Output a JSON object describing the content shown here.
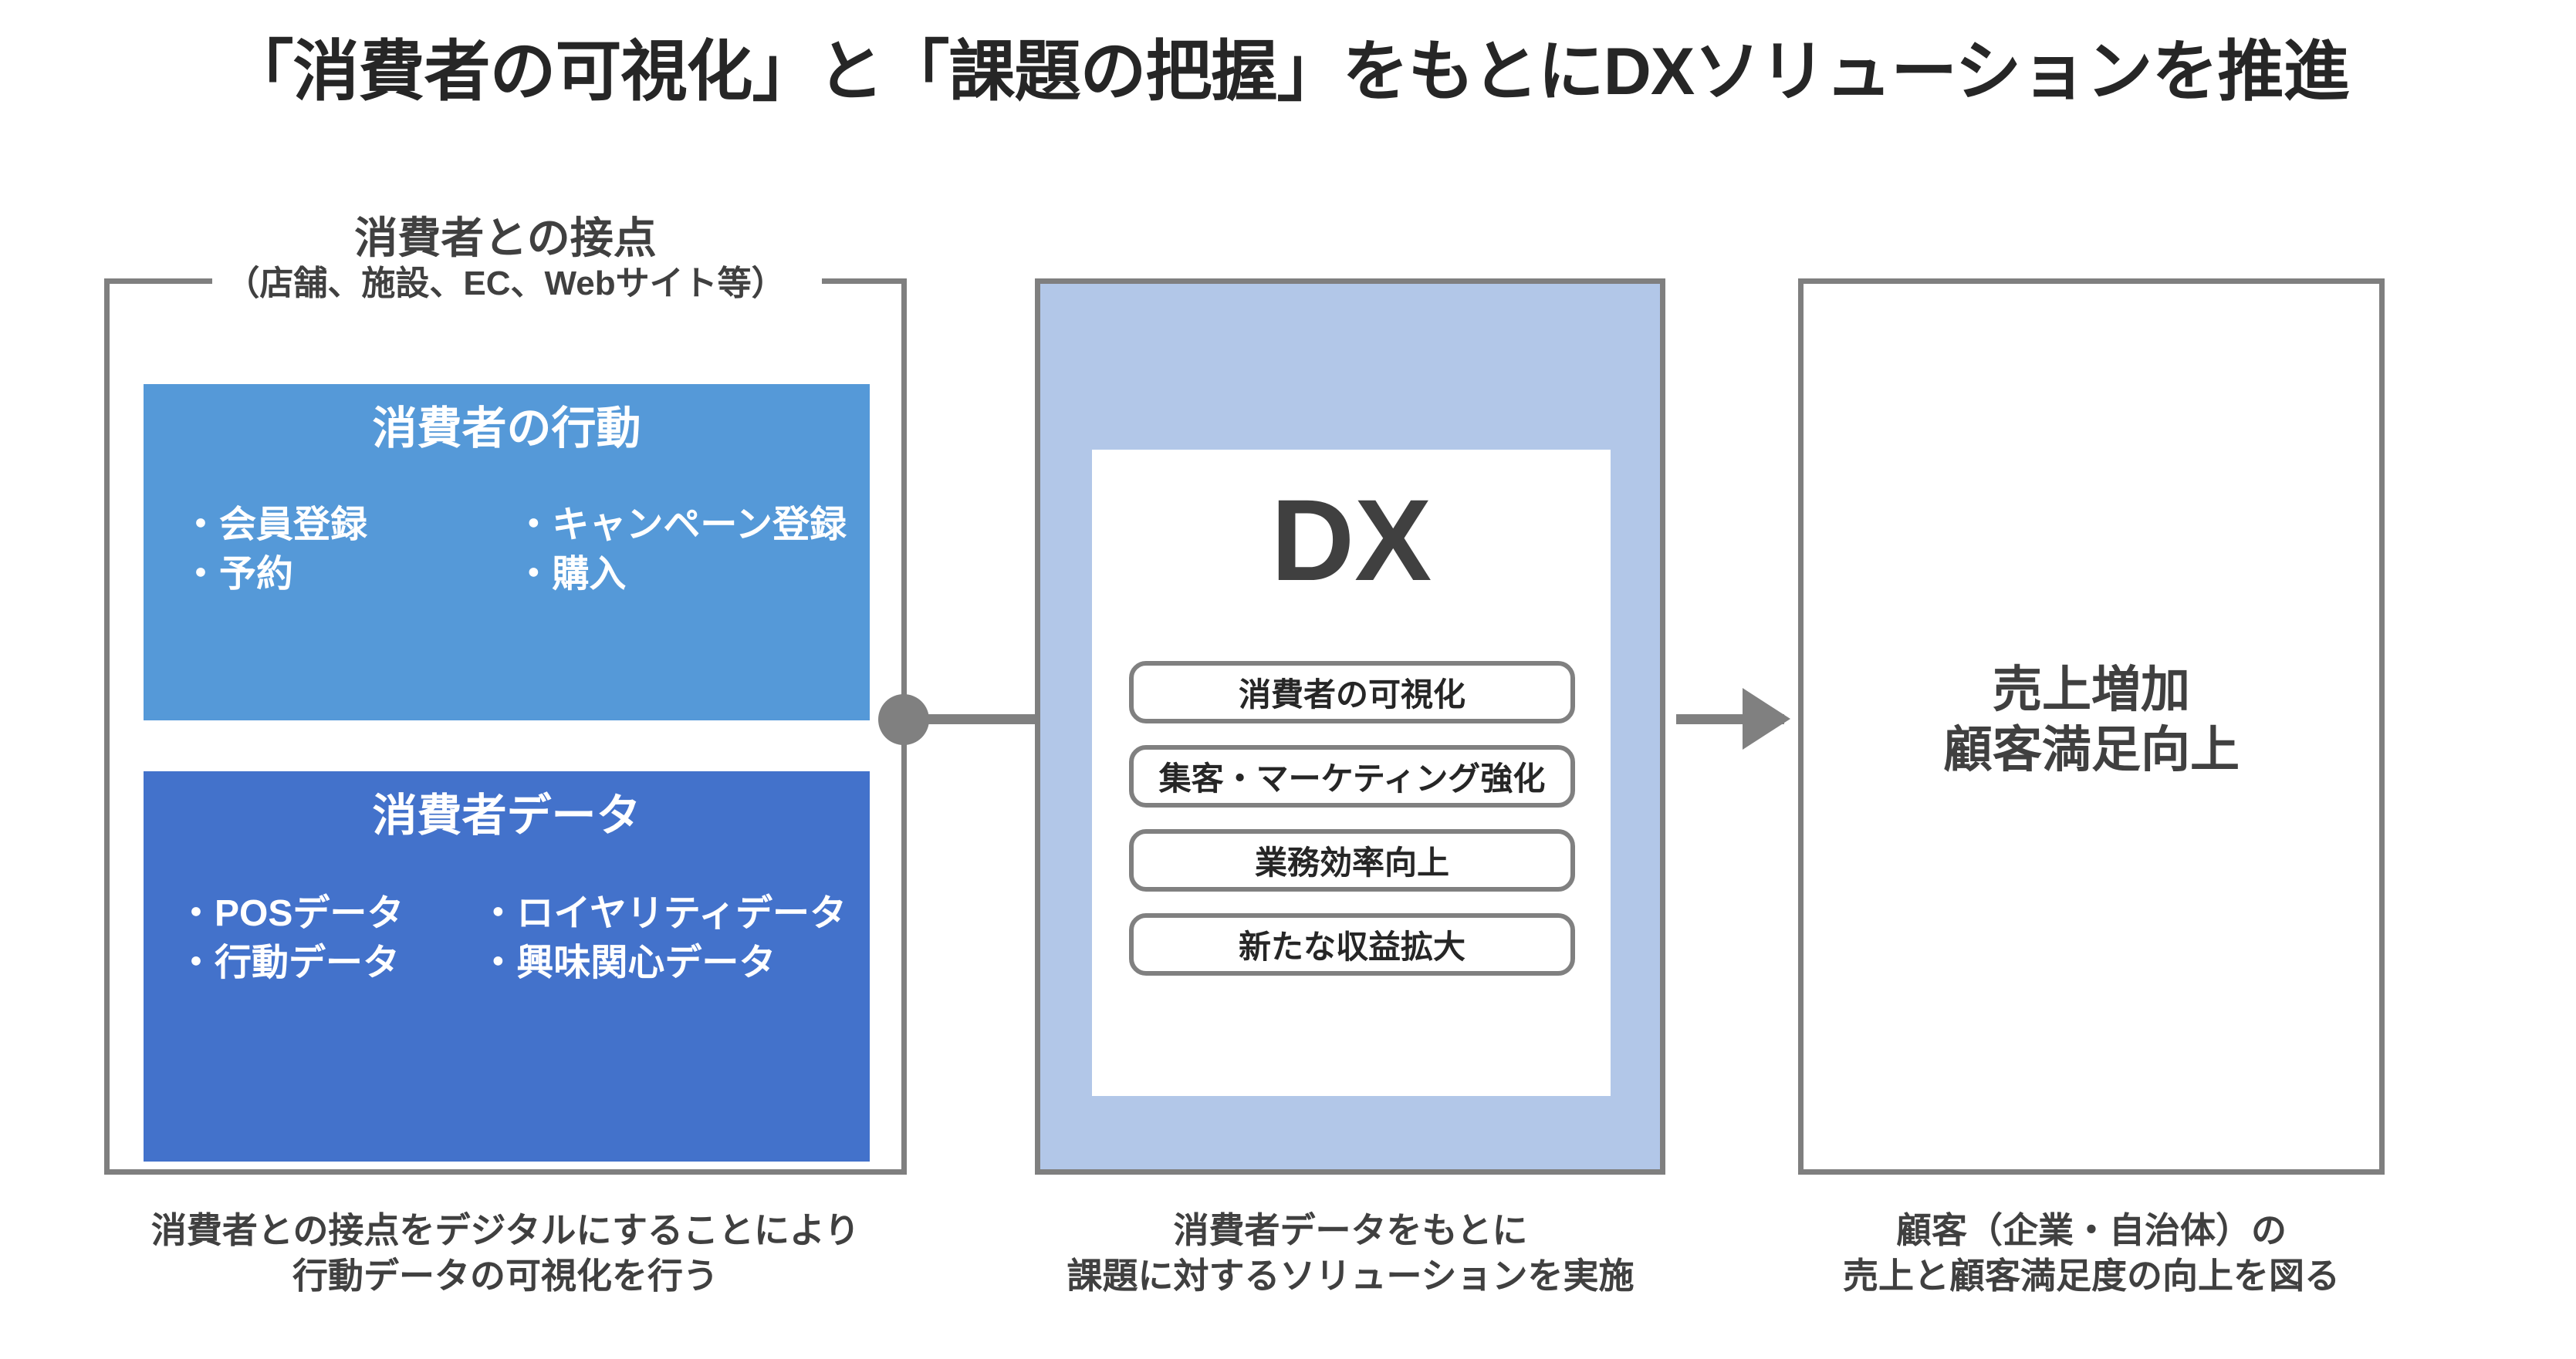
{
  "title": "「消費者の可視化」と「課題の把握」をもとにDXソリューションを推進",
  "colors": {
    "behavior_card": "#5599D8",
    "data_card": "#4372CB",
    "center_panel": "#B2C7E8",
    "frame_gray": "#7F7F7F",
    "text_dark": "#404040"
  },
  "left": {
    "header_main": "消費者との接点",
    "header_sub": "（店舗、施設、EC、Webサイト等）",
    "behavior_card": {
      "title": "消費者の行動",
      "items": [
        "・会員登録",
        "・キャンペーン登録",
        "・予約",
        "・購入"
      ]
    },
    "data_card": {
      "title": "消費者データ",
      "items": [
        "・POSデータ",
        "・ロイヤリティデータ",
        "・行動データ",
        "・興味関心データ"
      ]
    },
    "caption_line1": "消費者との接点をデジタルにすることにより",
    "caption_line2": "行動データの可視化を行う"
  },
  "center": {
    "label": "DX",
    "pills": [
      "消費者の可視化",
      "集客・マーケティング強化",
      "業務効率向上",
      "新たな収益拡大"
    ],
    "caption_line1": "消費者データをもとに",
    "caption_line2": "課題に対するソリューションを実施"
  },
  "right": {
    "outcome_line1": "売上増加",
    "outcome_line2": "顧客満足向上",
    "caption_line1": "顧客（企業・自治体）の",
    "caption_line2": "売上と顧客満足度の向上を図る"
  }
}
